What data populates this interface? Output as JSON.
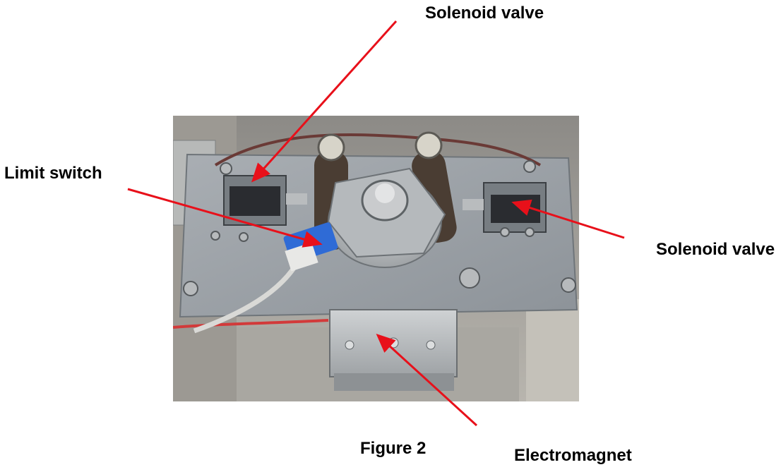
{
  "labels": {
    "solenoid_valve_top": "Solenoid valve",
    "limit_switch": "Limit switch",
    "solenoid_valve_right": "Solenoid valve",
    "electromagnet": "Electromagnet",
    "figure_caption": "Figure 2"
  },
  "colors": {
    "arrow": "#e8101a",
    "text": "#000000",
    "background": "#ffffff"
  }
}
